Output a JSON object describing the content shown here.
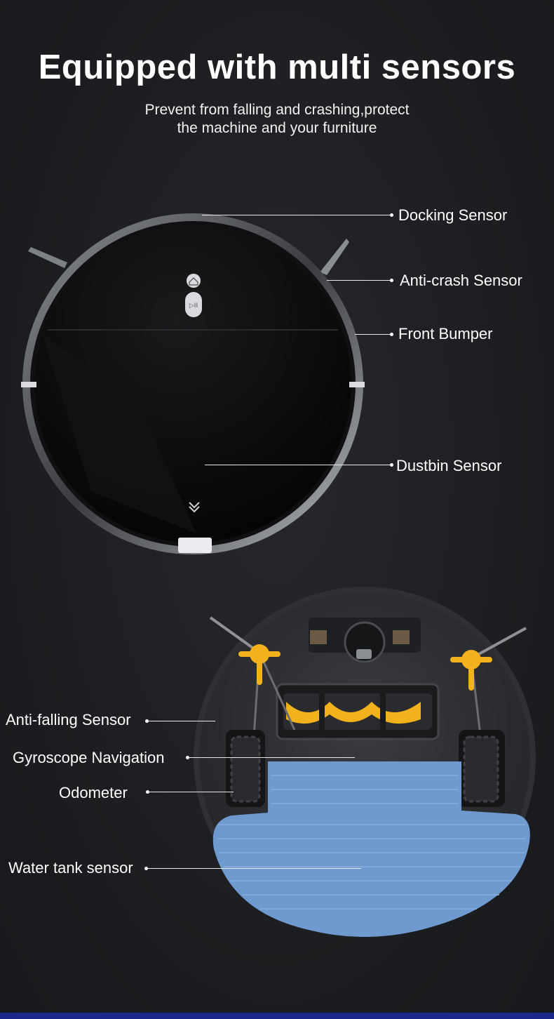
{
  "header": {
    "title": "Equipped with multi sensors",
    "subtitle_line1": "Prevent from falling and crashing,protect",
    "subtitle_line2": "the machine and your furniture"
  },
  "top_labels": {
    "docking": "Docking Sensor",
    "anti_crash": "Anti-crash Sensor",
    "front_bumper": "Front Bumper",
    "dustbin": "Dustbin Sensor"
  },
  "bottom_labels": {
    "anti_falling": "Anti-falling Sensor",
    "gyroscope": "Gyroscope Navigation",
    "odometer": "Odometer",
    "water_tank": "Water tank sensor"
  },
  "colors": {
    "background": "#1d1f22",
    "brush_accent": "#f2b21b",
    "mop_pad": "#6f9ad0",
    "footer_bar": "#1b2a8a"
  }
}
